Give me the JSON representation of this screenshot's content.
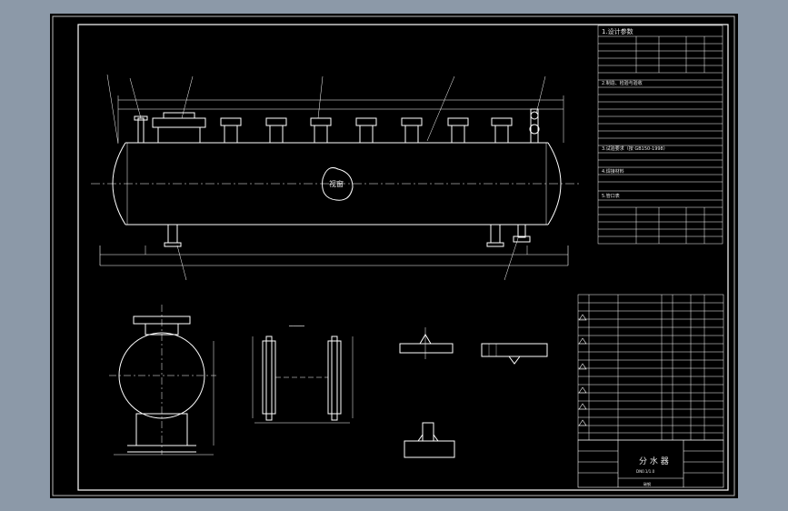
{
  "drawing": {
    "title": "分 水 器",
    "subtitle": "DN0.1/1.0",
    "material_note": "碳钢",
    "window_label": "视窗",
    "colors": {
      "background": "#8c99a8",
      "paper": "#000000",
      "line": "#ffffff",
      "border": "#d0d0d0"
    }
  },
  "tech_table": {
    "sections": [
      {
        "title": "1.设计参数"
      },
      {
        "title": "2.制造、检验与验收"
      },
      {
        "title": "3.试验要求（按 GB150-1998）"
      },
      {
        "title": "4.焊接材料"
      },
      {
        "title": "5.管口表"
      }
    ]
  },
  "icons": {
    "section_marker": "triangle-marker-icon"
  }
}
